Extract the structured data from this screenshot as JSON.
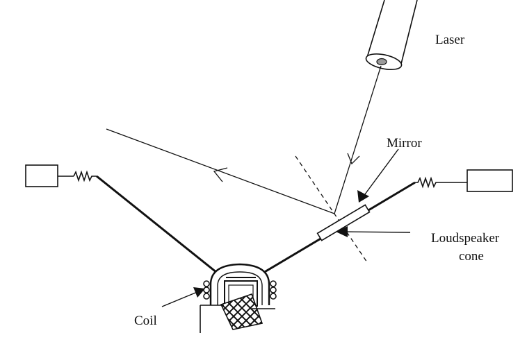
{
  "labels": {
    "laser": "Laser",
    "mirror": "Mirror",
    "loudspeaker_line1": "Loudspeaker",
    "loudspeaker_line2": "cone",
    "coil": "Coil"
  },
  "colors": {
    "ink": "#111111",
    "background": "#ffffff"
  }
}
